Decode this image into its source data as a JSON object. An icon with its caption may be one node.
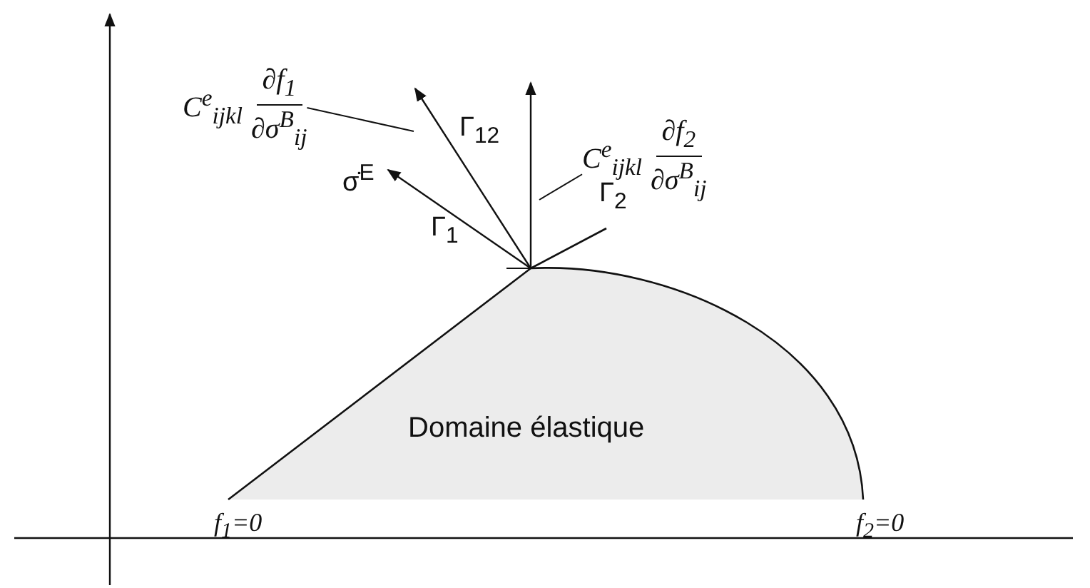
{
  "diagram": {
    "nodes": [
      {
        "text": [
          "C$^{e}$$_{ijkl}$",
          "∂f$_{1}$",
          "∂σ$^{B}$$_{ij}$"
        ]
      },
      {
        "text": [
          "C$^{e}$$_{ijkl}$",
          "∂f$_{2}$",
          "∂σ$^{B}$$_{ij}$"
        ]
      }
    ],
    "edges": [
      {
        "from": 0,
        "to": null,
        "arrow": "none"
      },
      {
        "from": 1,
        "to": null,
        "arrow": "none"
      }
    ],
    "labels": [
      "σ̇$^{E}$",
      "Γ$_{12}$",
      "Γ$_{2}$",
      "Γ$_{1}$",
      "Domaine élastique",
      "f$_{1}$=0",
      "f$_{2}$=0"
    ]
  }
}
